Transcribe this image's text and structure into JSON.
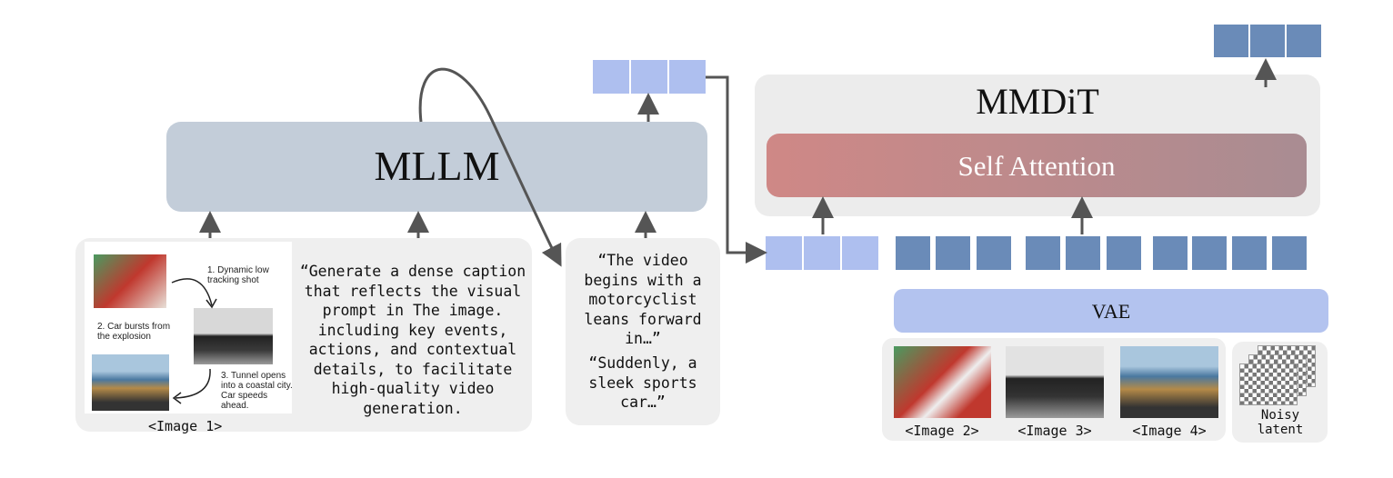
{
  "mllm": {
    "label": "MLLM"
  },
  "mmdit": {
    "label": "MMDiT",
    "self_attention": "Self Attention"
  },
  "vae": {
    "label": "VAE"
  },
  "storyboard": {
    "step1": "1. Dynamic low tracking shot",
    "step2": "2. Car bursts from the explosion",
    "step3": "3. Tunnel opens into a coastal city. Car speeds ahead.",
    "label": "<Image 1>"
  },
  "instruction": "“Generate a dense caption that reflects the visual prompt in The image. including key events, actions, and contextual details, to facilitate high-quality video generation.",
  "caption": {
    "part1": "“The video begins with a motorcyclist leans forward in…”",
    "part2": "“Suddenly, a sleek sports car…”"
  },
  "reference_images": [
    {
      "label": "<Image 2>"
    },
    {
      "label": "<Image 3>"
    },
    {
      "label": "<Image 4>"
    }
  ],
  "noisy_latent": {
    "label": "Noisy latent"
  },
  "colors": {
    "mllm": "#c3cdd9",
    "text_token": "#aebfef",
    "visual_token": "#6a8bb8",
    "vae": "#b3c3ef",
    "attn_start": "#cf8886",
    "attn_end": "#a98c92"
  }
}
